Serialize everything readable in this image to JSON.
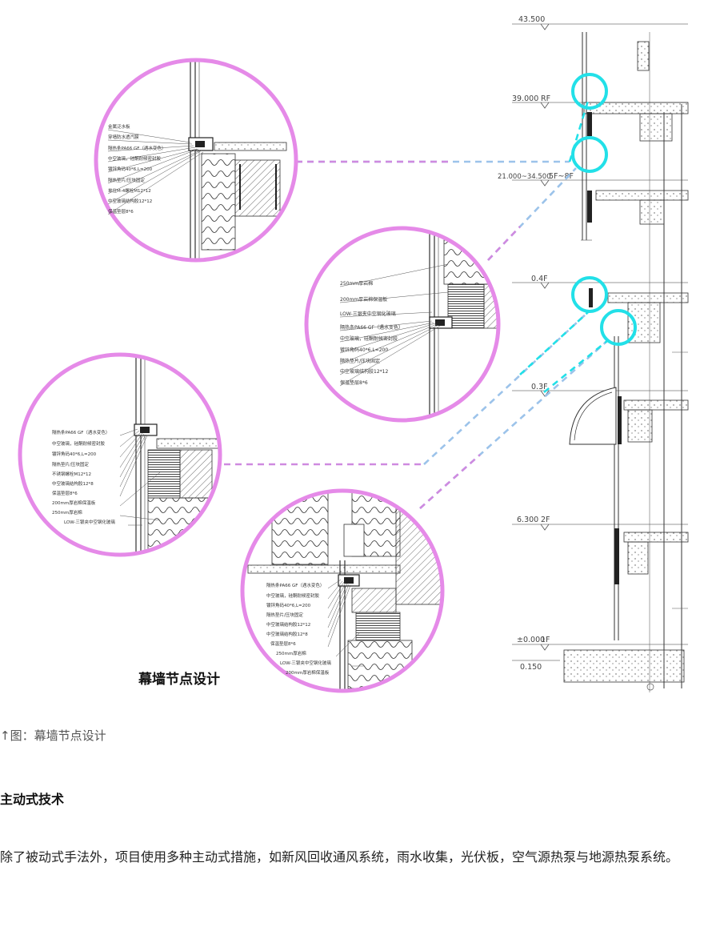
{
  "figure": {
    "title": "幕墙节点设计",
    "levels": [
      {
        "elev": "43.500",
        "floor": ""
      },
      {
        "elev": "39.000",
        "floor": "RF"
      },
      {
        "elev": "21.000~34.500",
        "floor": "5F~8F"
      },
      {
        "elev": "0.4F",
        "floor": ""
      },
      {
        "elev": "0.3F",
        "floor": ""
      },
      {
        "elev": "6.300",
        "floor": "2F"
      },
      {
        "elev": "±0.000",
        "floor": "1F"
      },
      {
        "elev": "0.150",
        "floor": ""
      }
    ],
    "detail1_labels": [
      "金属泛水板",
      "穿墙防水透汽膜",
      "隔热条PA66 GF（遇水变色）",
      "中空玻璃，硅酮耐候密封胶",
      "镀锌角码40*6,L=200",
      "隔热垫片/压块固定",
      "单位M-4螺栓M12*12",
      "中空玻璃结构胶12*12",
      "保温垫层8*6"
    ],
    "detail2_labels": [
      "250mm厚岩棉",
      "200mm厚岩棉保温板",
      "LOW-三银夹中空钢化玻璃",
      "隔热条PA66 GF（遇水变色）",
      "中空玻璃，硅酮耐候密封胶",
      "镀锌角码40*6,L=200",
      "隔热垫片/压块固定",
      "中空玻璃结构胶12*12",
      "保温垫层8*6"
    ],
    "detail3_labels": [
      "隔热条PA66 GF（遇水变色）",
      "中空玻璃，硅酮耐候密封胶",
      "镀锌角码40*6,L=200",
      "隔热垫片/压块固定",
      "不锈钢螺栓M12*12",
      "中空玻璃结构胶12*8",
      "保温垫层8*6",
      "200mm厚岩棉保温板",
      "250mm厚岩棉",
      "LOW-三银夹中空钢化玻璃"
    ],
    "detail4_labels": [
      "隔热条PA66 GF（遇水变色）",
      "中空玻璃，硅酮耐候密封胶",
      "镀锌角码40*6,L=200",
      "隔热垫片/压块固定",
      "中空玻璃结构胶12*12",
      "中空玻璃结构胶12*8",
      "保温垫层8*6",
      "250mm厚岩棉",
      "LOW-三银夹中空钢化玻璃",
      "200mm厚岩棉保温板"
    ]
  },
  "caption": "↑图：幕墙节点设计",
  "section_heading": "主动式技术",
  "paragraph": "除了被动式手法外，项目使用多种主动式措施，如新风回收通风系统，雨水收集，光伏板，空气源热泵与地源热泵系统。",
  "colors": {
    "ring_magenta": "#e58ae8",
    "ring_cyan": "#22e0e8",
    "link_purple": "#cf8ae0",
    "link_blue": "#9cc3ea"
  }
}
